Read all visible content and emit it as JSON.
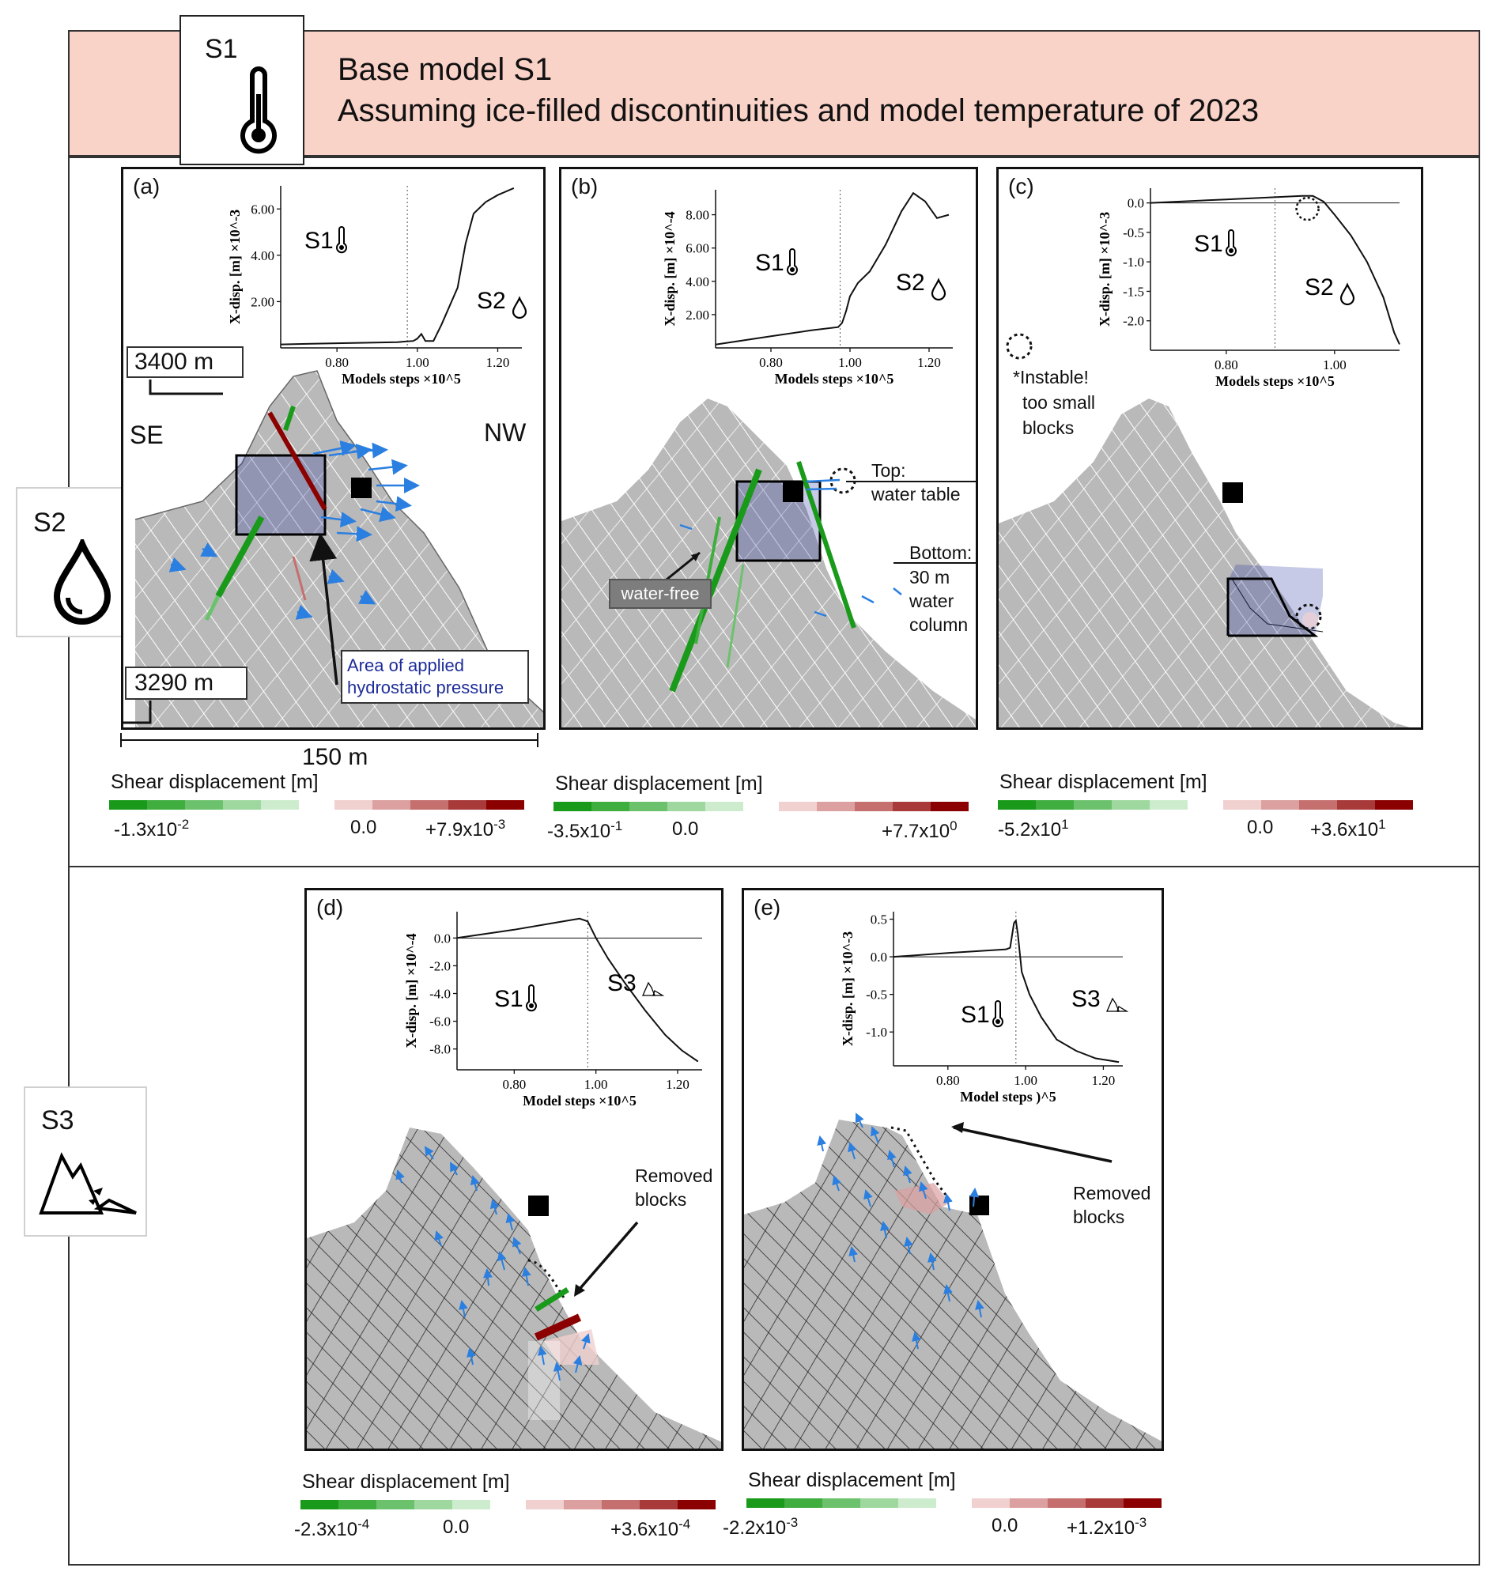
{
  "header": {
    "scenario_label": "S1",
    "title_line1": "Base model S1",
    "title_line2": "Assuming ice-filled discontinuities and model temperature of 2023",
    "icon": "thermometer-icon"
  },
  "side_tiles": [
    {
      "label": "S2",
      "icon": "water-drop-icon"
    },
    {
      "label": "S3",
      "icon": "rockfall-icon"
    }
  ],
  "scale": {
    "top_elev": "3400  m",
    "bottom_elev": "3290  m",
    "width": "150 m",
    "left_dir": "SE",
    "right_dir": "NW"
  },
  "panels": {
    "a": {
      "label": "(a)",
      "ylabel": "X-disp. [m] ×10^-3",
      "xlabel": "Models steps ×10^5",
      "yticks": [
        "6.00",
        "4.00",
        "2.00"
      ],
      "xticks": [
        "0.80",
        "1.00",
        "1.20"
      ],
      "s1": "S1",
      "s2": "S2",
      "annotation": "Area of applied hydrostatic pressure",
      "legend_title": "Shear displacement [m]",
      "legend_min": "-1.3x10",
      "legend_min_exp": "-2",
      "legend_mid": "0.0",
      "legend_max": "+7.9x10",
      "legend_max_exp": "-3"
    },
    "b": {
      "label": "(b)",
      "ylabel": "X-disp. [m] ×10^-4",
      "xlabel": "Models steps ×10^5",
      "yticks": [
        "8.00",
        "6.00",
        "4.00",
        "2.00"
      ],
      "xticks": [
        "0.80",
        "1.00",
        "1.20"
      ],
      "s1": "S1",
      "s2": "S2",
      "top_note_1": "Top:",
      "top_note_2": "water table",
      "bottom_note_1": "Bottom:",
      "bottom_note_2": "30 m",
      "bottom_note_3": "water",
      "bottom_note_4": "column",
      "water_free": "water-free",
      "legend_title": "Shear displacement [m]",
      "legend_min": "-3.5x10",
      "legend_min_exp": "-1",
      "legend_mid": "0.0",
      "legend_max": "+7.7x10",
      "legend_max_exp": "0"
    },
    "c": {
      "label": "(c)",
      "ylabel": "X-disp. [m] ×10^-3",
      "xlabel": "Models steps ×10^5",
      "yticks": [
        "0.0",
        "-0.5",
        "-1.0",
        "-1.5",
        "-2.0"
      ],
      "xticks": [
        "0.80",
        "1.00"
      ],
      "s1": "S1",
      "s2": "S2",
      "note_1": "*Instable!",
      "note_2": "too small",
      "note_3": "blocks",
      "legend_title": "Shear displacement [m]",
      "legend_min": "-5.2x10",
      "legend_min_exp": "1",
      "legend_mid": "0.0",
      "legend_max": "+3.6x10",
      "legend_max_exp": "1"
    },
    "d": {
      "label": "(d)",
      "ylabel": "X-disp. [m] ×10^-4",
      "xlabel": "Model steps ×10^5",
      "yticks": [
        "0.0",
        "-2.0",
        "-4.0",
        "-6.0",
        "-8.0"
      ],
      "xticks": [
        "0.80",
        "1.00",
        "1.20"
      ],
      "s1": "S1",
      "s3": "S3",
      "removed_1": "Removed",
      "removed_2": "blocks",
      "legend_title": "Shear displacement [m]",
      "legend_min": "-2.3x10",
      "legend_min_exp": "-4",
      "legend_mid": "0.0",
      "legend_max": "+3.6x10",
      "legend_max_exp": "-4"
    },
    "e": {
      "label": "(e)",
      "ylabel": "X-disp. [m] ×10^-3",
      "xlabel": "Model steps )^5",
      "yticks": [
        "0.5",
        "0.0",
        "-0.5",
        "-1.0"
      ],
      "xticks": [
        "0.80",
        "1.00",
        "1.20"
      ],
      "s1": "S1",
      "s3": "S3",
      "removed_1": "Removed",
      "removed_2": "blocks",
      "legend_title": "Shear displacement [m]",
      "legend_min": "-2.2x10",
      "legend_min_exp": "-3",
      "legend_mid": "0.0",
      "legend_max": "+1.2x10",
      "legend_max_exp": "-3"
    }
  },
  "colors": {
    "header_bg": "#f9d2c8",
    "rock": "#b9b9b9",
    "green_scale": [
      "#1a9a1a",
      "#3fae3f",
      "#6cc26c",
      "#9fd89f",
      "#cdeccd"
    ],
    "red_scale": [
      "#f1d0d0",
      "#dca0a0",
      "#c56f6f",
      "#a83a3a",
      "#8b0000"
    ],
    "arrow": "#2a7fe0",
    "pressure": "#1e2d9a"
  }
}
